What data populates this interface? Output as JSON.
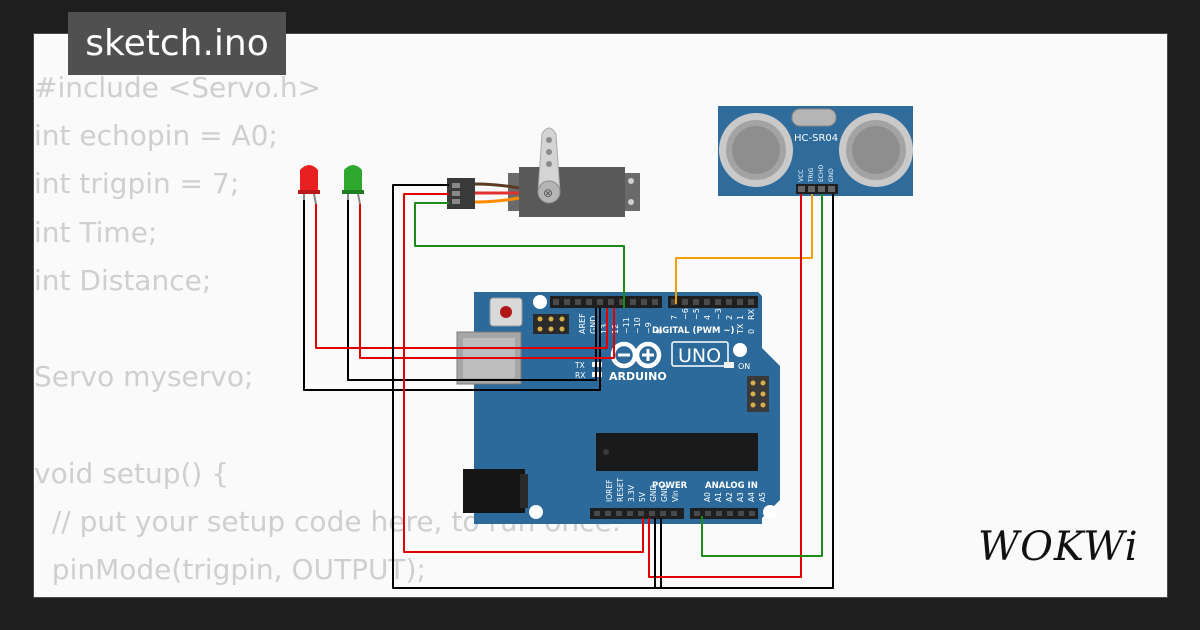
{
  "sketch": {
    "filename": "sketch.ino"
  },
  "code": {
    "lines": [
      "#include <Servo.h>",
      "int echopin = A0;",
      "int trigpin = 7;",
      "int Time;",
      "int Distance;",
      "",
      "Servo myservo;",
      "",
      "void setup() {",
      "  // put your setup code here, to run once:",
      "  pinMode(trigpin, OUTPUT);"
    ]
  },
  "sensor": {
    "label": "HC-SR04",
    "pins": [
      "VCC",
      "TRIG",
      "ECHO",
      "GND"
    ]
  },
  "board": {
    "brand": "ARDUINO",
    "model": "UNO",
    "labels": {
      "digital": "DIGITAL (PWM ~)",
      "power": "POWER",
      "analog": "ANALOG IN",
      "on": "ON",
      "tx": "TX",
      "rx": "RX",
      "tx0": "TX",
      "rx0": "RX",
      "aref": "AREF",
      "gnd": "GND"
    },
    "digital_pins": [
      "13",
      "12",
      "~11",
      "~10",
      "~9",
      "8",
      "7",
      "~6",
      "~5",
      "4",
      "~3",
      "2",
      "1",
      "0"
    ],
    "power_pins": [
      "IOREF",
      "RESET",
      "3.3V",
      "5V",
      "GND",
      "GND",
      "Vin"
    ],
    "analog_pins": [
      "A0",
      "A1",
      "A2",
      "A3",
      "A4",
      "A5"
    ]
  },
  "brand": {
    "logo": "WOKWi"
  },
  "colors": {
    "wire_red": "#e00000",
    "wire_black": "#000000",
    "wire_green": "#1a8c1a",
    "wire_orange": "#f0a000",
    "board": "#2b6a9a",
    "sensor": "#2f6c9c"
  }
}
